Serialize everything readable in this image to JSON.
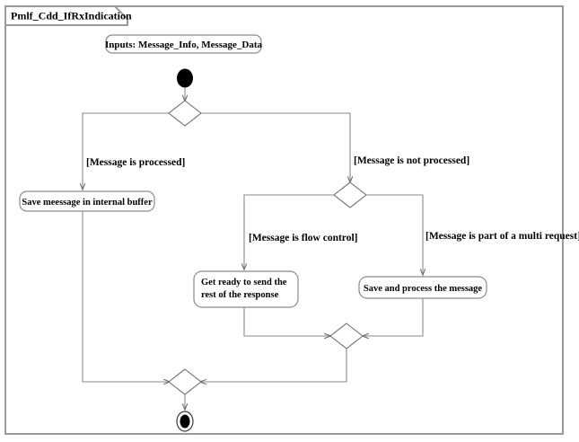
{
  "frame": {
    "title": "Pmlf_Cdd_IfRxIndication",
    "border_color": "#9a9a9a",
    "background_color": "#ffffff"
  },
  "diagram": {
    "type": "uml-activity-diagram",
    "note": {
      "text": "Inputs: Message_Info, Message_Data"
    },
    "nodes": [
      {
        "id": "initial",
        "kind": "initial-node",
        "label": ""
      },
      {
        "id": "decision1",
        "kind": "decision",
        "label": ""
      },
      {
        "id": "action-save-buffer",
        "kind": "action",
        "label": "Save meessage in internal buffer"
      },
      {
        "id": "decision2",
        "kind": "decision",
        "label": ""
      },
      {
        "id": "action-get-ready",
        "kind": "action",
        "label_line1": "Get ready to send the",
        "label_line2": "rest of the response"
      },
      {
        "id": "action-save-process",
        "kind": "action",
        "label": "Save and process the message"
      },
      {
        "id": "merge1",
        "kind": "merge",
        "label": ""
      },
      {
        "id": "merge2",
        "kind": "merge",
        "label": ""
      },
      {
        "id": "final",
        "kind": "final-node",
        "label": ""
      }
    ],
    "guards": {
      "message_processed": "[Message is processed]",
      "message_not_processed": "[Message is not processed]",
      "message_flow_control": "[Message is flow control]",
      "message_multi_request": "[Message is part of a multi request]"
    },
    "edge_color": "#8a8a8a"
  }
}
